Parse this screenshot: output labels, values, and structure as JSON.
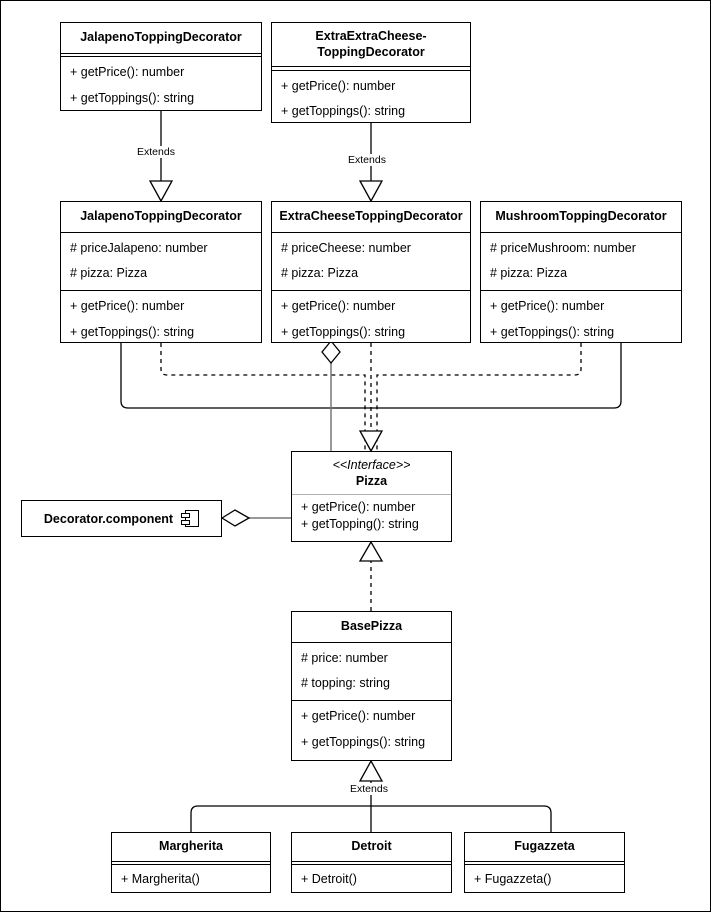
{
  "diagram": {
    "title": "Decorator Pattern - Pizza UML Class Diagram",
    "type": "uml-class-diagram",
    "stroke_color": "#000000",
    "background": "#ffffff",
    "aggregation_line_color": "#666666",
    "divider_color": "#b3b3b3"
  },
  "labels": {
    "extends_jalapeno": "Extends",
    "extends_cheese": "Extends",
    "extends_basepizza": "Extends",
    "stereotype_interface": "<<Interface>>"
  },
  "classes": {
    "jalapeno_abstract": {
      "name": "JalapenoToppingDecorator",
      "attributes": [],
      "methods": [
        "+ getPrice(): number",
        "+ getToppings(): string"
      ]
    },
    "extraextracheese_abstract": {
      "name_line1": "ExtraExtraCheese-",
      "name_line2": "ToppingDecorator",
      "attributes": [],
      "methods": [
        "+ getPrice(): number",
        "+ getToppings(): string"
      ]
    },
    "jalapeno_decorator": {
      "name": "JalapenoToppingDecorator",
      "attributes": [
        "# priceJalapeno: number",
        "# pizza: Pizza"
      ],
      "methods": [
        "+ getPrice(): number",
        "+ getToppings(): string"
      ]
    },
    "extracheese_decorator": {
      "name": "ExtraCheeseToppingDecorator",
      "attributes": [
        "# priceCheese: number",
        "# pizza: Pizza"
      ],
      "methods": [
        "+ getPrice(): number",
        "+ getToppings(): string"
      ]
    },
    "mushroom_decorator": {
      "name": "MushroomToppingDecorator",
      "attributes": [
        "# priceMushroom: number",
        "# pizza: Pizza"
      ],
      "methods": [
        "+ getPrice(): number",
        "+ getToppings(): string"
      ]
    },
    "pizza_interface": {
      "stereotype": "<<Interface>>",
      "name": "Pizza",
      "attributes": [],
      "methods": [
        "+ getPrice(): number",
        "+ getTopping(): string"
      ]
    },
    "base_pizza": {
      "name": "BasePizza",
      "attributes": [
        "# price: number",
        "# topping: string"
      ],
      "methods": [
        "+ getPrice(): number",
        "+ getToppings(): string"
      ]
    },
    "margherita": {
      "name": "Margherita",
      "attributes": [],
      "methods": [
        "+ Margherita()"
      ]
    },
    "detroit": {
      "name": "Detroit",
      "attributes": [],
      "methods": [
        "+ Detroit()"
      ]
    },
    "fugazzeta": {
      "name": "Fugazzeta",
      "attributes": [],
      "methods": [
        "+ Fugazzeta()"
      ]
    }
  },
  "component": {
    "label": "Decorator.component",
    "icon": "component-icon"
  }
}
